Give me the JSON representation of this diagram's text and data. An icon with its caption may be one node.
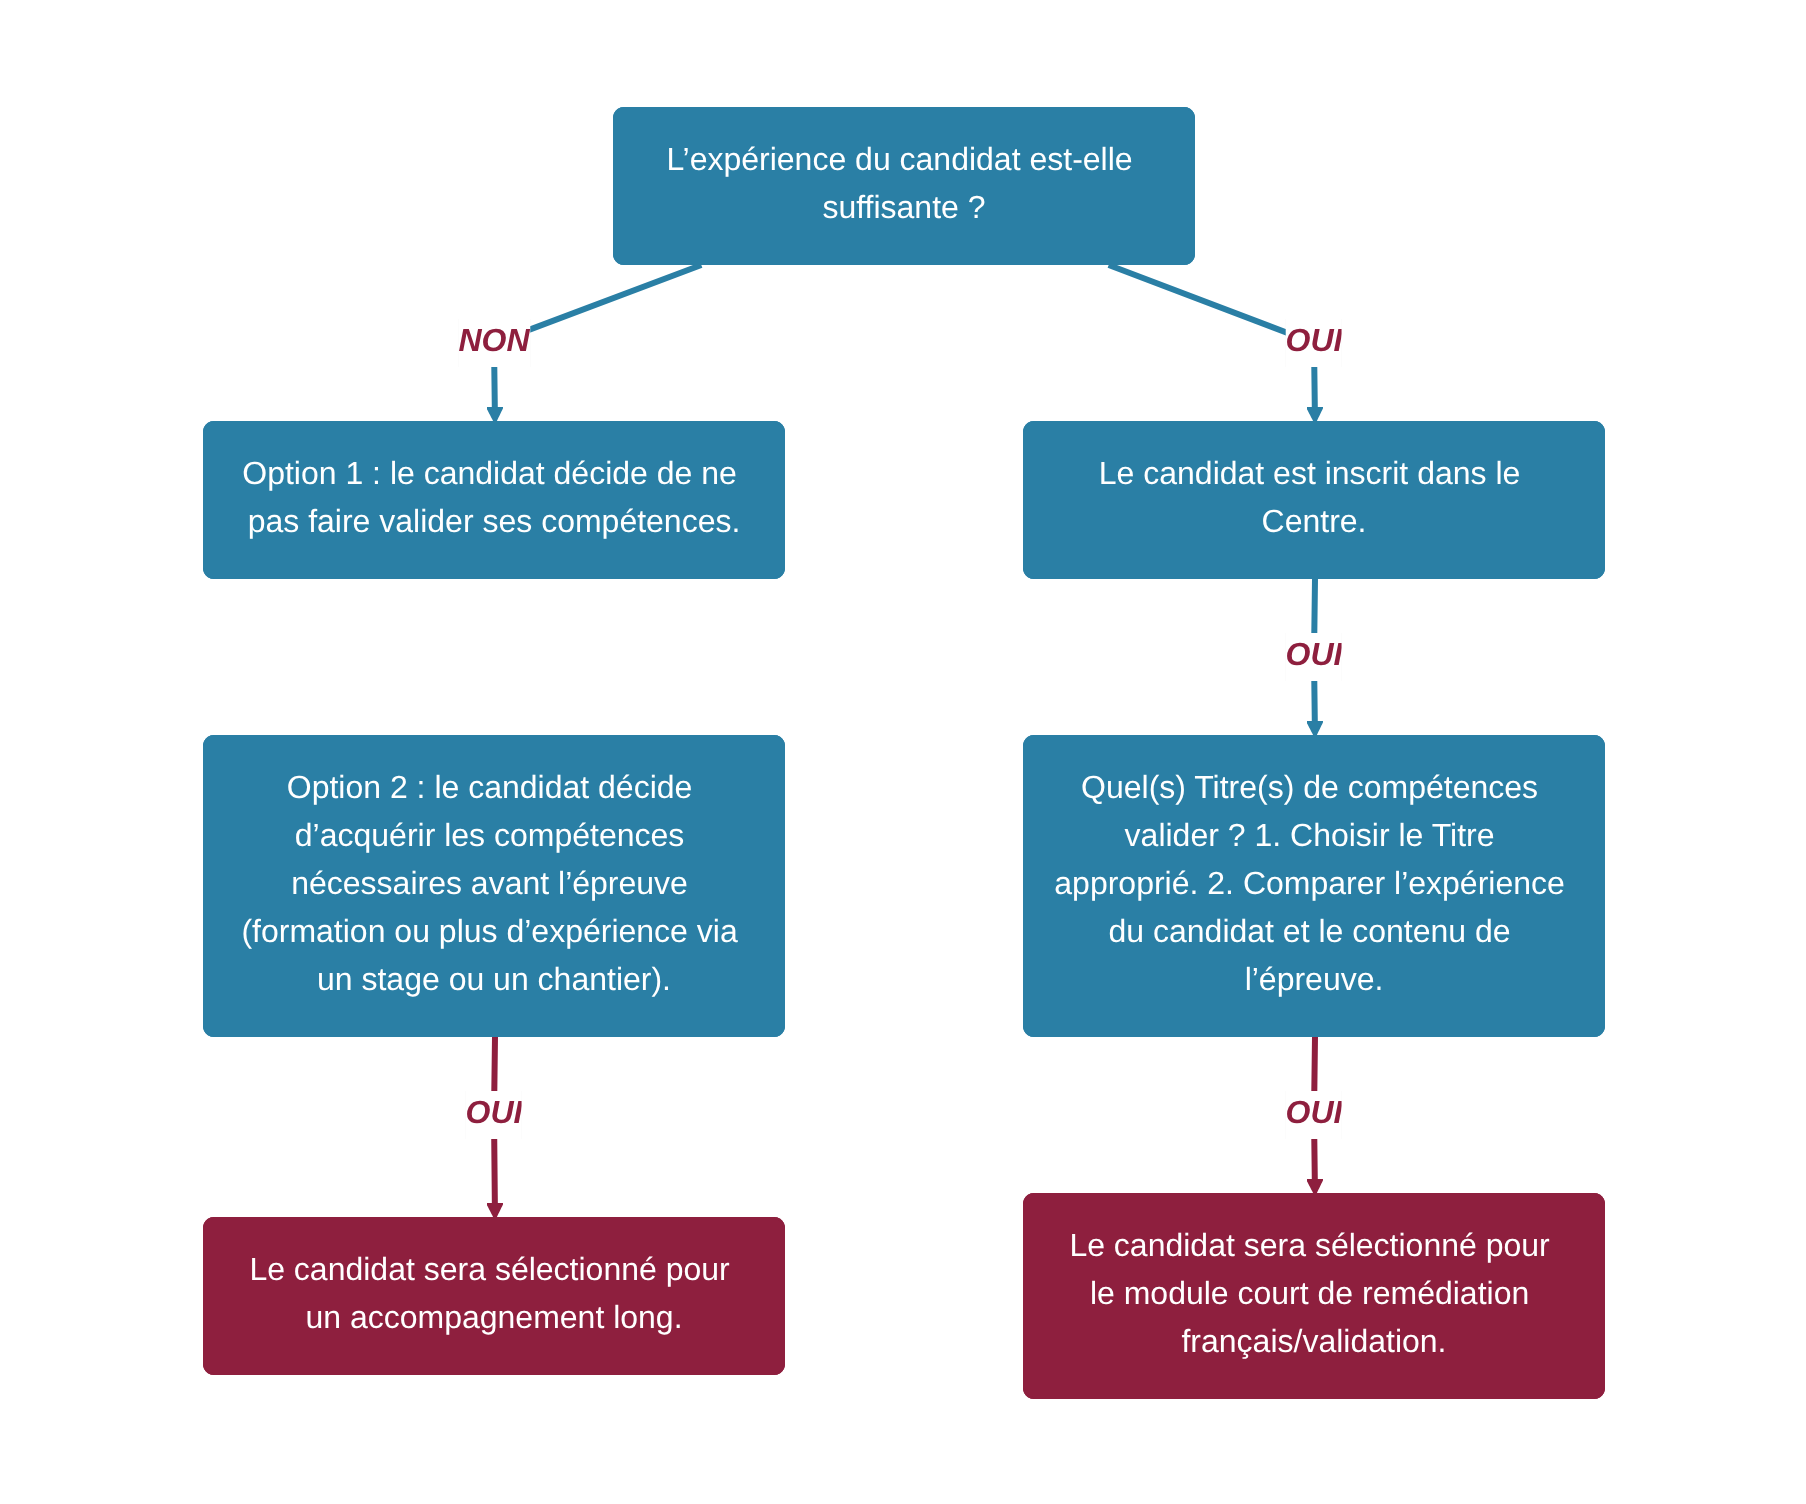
{
  "diagram": {
    "nodes": [
      {
        "text": [
          "L’expérience du candidat est-elle suffisante ?"
        ]
      },
      {
        "text": [
          "Option 1 : le candidat décide de ne pas faire valider ses compétences."
        ]
      },
      {
        "text": [
          "Le candidat est inscrit dans le Centre."
        ]
      },
      {
        "text": [
          "Option 2 : le candidat décide d’acquérir les compétences nécessaires avant l’épreuve (formation ou plus d’expérience via un stage ou un chantier)."
        ]
      },
      {
        "text": [
          "Quel(s) Titre(s) de compétences valider ? 1. Choisir le Titre approprié. 2. Comparer l’expérience du candidat et le contenu de l’épreuve."
        ]
      },
      {
        "text": [
          "Le candidat sera sélectionné pour le module court de remédiation français/validation."
        ]
      },
      {
        "text": [
          "Le candidat sera sélectionné pour un accompagnement long."
        ]
      }
    ],
    "edges": [
      {
        "from": 0,
        "to": 1,
        "arrow": "to",
        "label": "NON"
      },
      {
        "from": 0,
        "to": 2,
        "arrow": "to",
        "label": "OUI"
      },
      {
        "from": 2,
        "to": 4,
        "arrow": "to",
        "label": "OUI"
      },
      {
        "from": 4,
        "to": 5,
        "arrow": "to",
        "label": "OUI",
        "color": "#8e1f3e"
      },
      {
        "from": 3,
        "to": 6,
        "arrow": "to",
        "label": "OUI",
        "color": "#8e1f3e"
      }
    ]
  }
}
